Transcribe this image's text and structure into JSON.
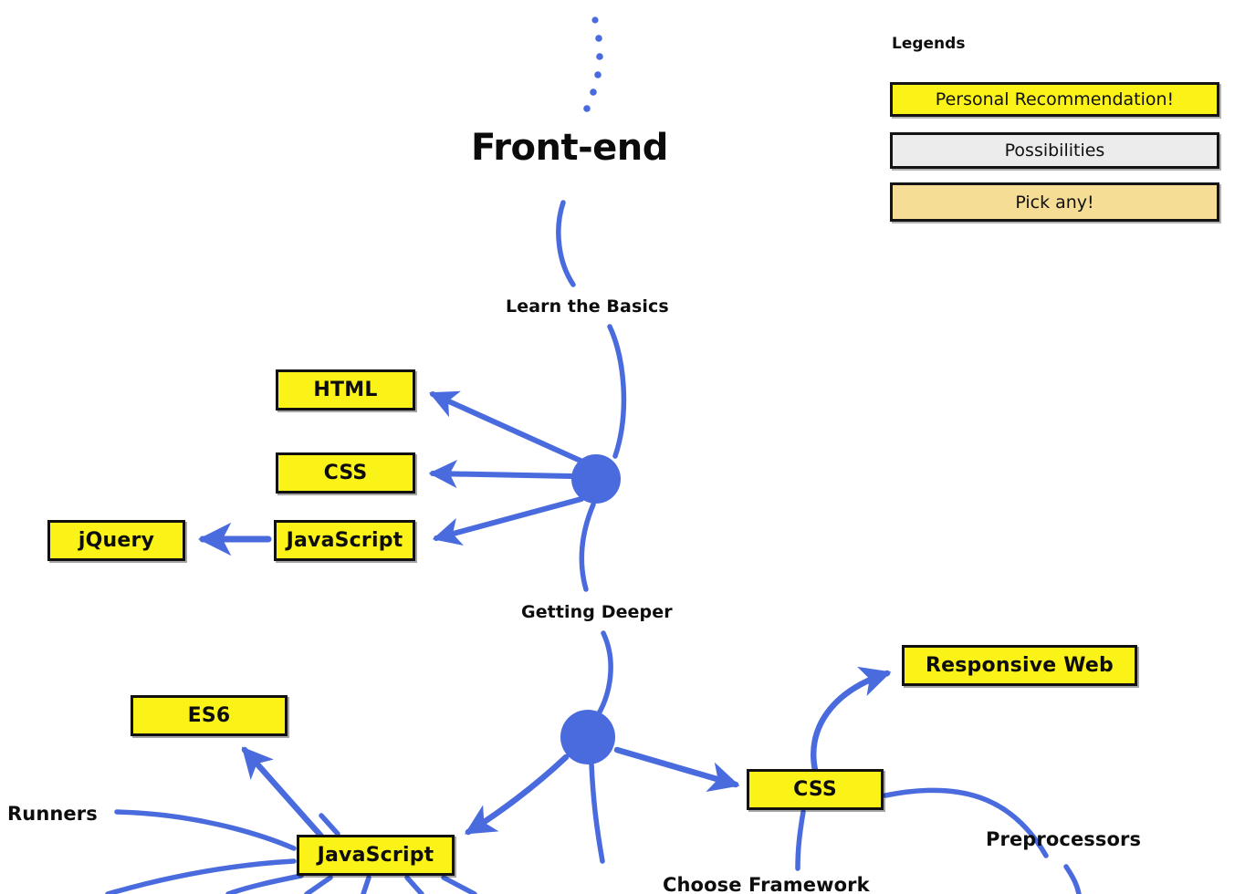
{
  "diagram": {
    "root_title": "Front-end",
    "accent_color": "#4a6bdd",
    "recommend_color": "#fbf318",
    "possibility_color": "#ececec",
    "pick_any_color": "#f5dd96"
  },
  "legend": {
    "title": "Legends",
    "items": [
      {
        "label": "Personal Recommendation!",
        "color": "#fbf318"
      },
      {
        "label": "Possibilities",
        "color": "#ececec"
      },
      {
        "label": "Pick any!",
        "color": "#f5dd96"
      }
    ]
  },
  "branches": {
    "basics_label": "Learn the Basics",
    "deeper_label": "Getting Deeper"
  },
  "nodes": {
    "html": "HTML",
    "css_basic": "CSS",
    "javascript_basic": "JavaScript",
    "jquery": "jQuery",
    "es6": "ES6",
    "javascript_deeper": "JavaScript",
    "css_deeper": "CSS",
    "responsive_web": "Responsive Web"
  },
  "labels": {
    "runners": "Runners",
    "preprocessors": "Preprocessors",
    "choose_framework": "Choose Framework"
  }
}
